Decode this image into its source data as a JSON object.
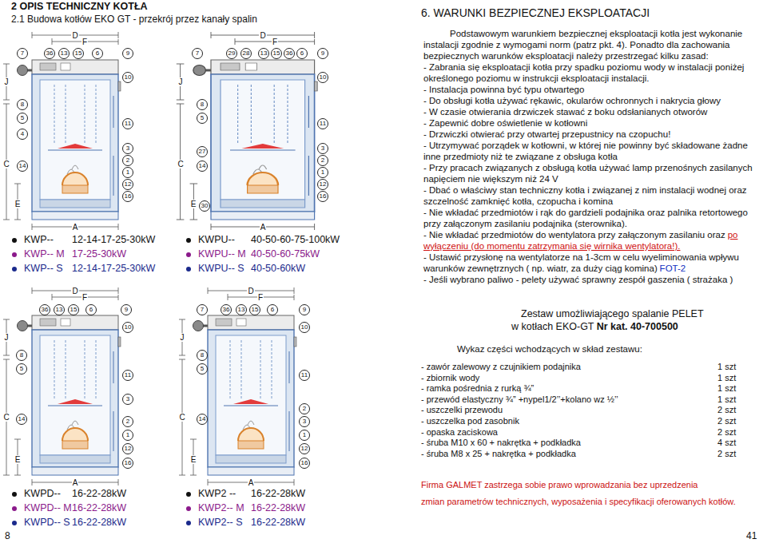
{
  "diagram": {
    "title": "2 OPIS TECHNICZNY KOTŁA",
    "labels": [
      "2.1 Budowa kotłów EKO GT - przekrój przez kanały spalin",
      "7",
      "36",
      "13",
      "15",
      "6",
      "9",
      "10",
      "11",
      "3",
      "2",
      "1",
      "12",
      "16",
      "8",
      "5",
      "4",
      "14",
      "D",
      "F",
      "J",
      "C",
      "E",
      "A",
      "7",
      "29",
      "28",
      "13",
      "15",
      "36",
      "6",
      "9",
      "10",
      "11",
      "3",
      "2",
      "1",
      "12",
      "16",
      "8",
      "5",
      "27",
      "14",
      "30",
      "D",
      "F",
      "J",
      "C",
      "E",
      "A",
      "KWP--",
      "12-14-17-25-30kW",
      "KWP-- M",
      "17-25-30kW",
      "KWP-- S",
      "12-14-17-25-30kW",
      "KWPU--",
      "40-50-60-75-100kW",
      "KWPU-- M",
      "40-50-60-75kW",
      "KWPU-- S",
      "40-50-60kW",
      "36",
      "13",
      "15",
      "6",
      "9",
      "10",
      "11",
      "3",
      "2",
      "1",
      "12",
      "16",
      "8",
      "5",
      "14",
      "D",
      "F",
      "J",
      "C",
      "E",
      "A",
      "7",
      "36",
      "13",
      "15",
      "6",
      "9",
      "10",
      "11",
      "2",
      "3",
      "1",
      "12",
      "16",
      "8",
      "5",
      "14",
      "D",
      "F",
      "J",
      "C",
      "E",
      "A",
      "KWPD--",
      "16-22-28kW",
      "KWPD-- M",
      "16-22-28kW",
      "KWPD-- S",
      "16-22-28kW",
      "KWP2 --",
      "16-22-28kW",
      "KWP2-- M",
      "16-22-28kW",
      "KWP2-- S",
      "16-22-28kW",
      "8",
      "6. WARUNKI BEZPIECZNEJ EKSPLOATACJI",
      "Podstawowym warunkiem bezpiecznej eksploatacji kotła jest wykonanie instalacji zgodnie z wymogami norm (patrz pkt. 4). Ponadto dla zachowania bezpiecznych warunków eksploatacji należy przestrzegać kilku zasad:",
      "- Zabrania się eksploatacji kotła przy spadku poziomu wody w instalacji poniżej określonego poziomu w instrukcji eksploatacji instalacji.",
      "- Instalacja powinna być typu otwartego",
      "- Do obsługi kotła używać rękawic, okularów ochronnych i nakrycia głowy",
      "- W czasie otwierania drzwiczek stawać z boku odsłanianych otworów",
      "- Zapewnić dobre oświetlenie w kotłowni",
      "- Drzwiczki otwierać przy otwartej przepustnicy na czopuchu!",
      "- Utrzymywać porządek w kotłowni, w której nie powinny być składowane żadne inne przedmioty niż te związane z obsługa kotła",
      "- Przy pracach związanych z obsługą kotła używać lamp przenośnych zasilanych napięciem nie większym niż 24 V",
      "- Dbać o właściwy stan techniczny kotła i związanej z nim instalacji wodnej oraz szczelność zamknięć kotła, czopucha i komina",
      "- Nie wkładać przedmiotów i rąk do gardzieli podajnika oraz palnika retortowego przy załączonym zasilaniu podajnika (sterownika).",
      "- Nie wkładać przedmiotów do wentylatora przy załączonym zasilaniu oraz",
      "po wyłączeniu (do momentu zatrzymania się wirnika wentylatora!).",
      "- Ustawić przysłonę na wentylatorze na 1-3cm w celu wyeliminowania wpływu warunków zewnętrznych ( np. wiatr, za duży ciąg komina)",
      "FOT-2",
      "- Jeśli wybrano paliwo - pelety używać sprawny zespół gaszenia ( strażaka )",
      "Zestaw umożliwiającego spalanie PELET",
      "w kotłach EKO-GT",
      "Nr kat. 40-700500",
      "Wykaz części wchodzących w skład zestawu:",
      "- zawór zalewowy z czujnikiem podajnika",
      "1 szt",
      "- zbiornik wody",
      "1 szt",
      "- ramka pośrednia z rurką ¾”",
      "1 szt",
      "- przewód elastyczny ¾”   +nypel1/2’’+kolano wz ½’’",
      "1 szt",
      "- uszczelki przewodu",
      "2 szt",
      "- uszczelka pod zasobnik",
      "2 szt",
      "- opaska zaciskowa",
      "2 szt",
      "- śruba M10 x 60 + nakrętka + podkładka",
      "4 szt",
      "- śruba M8 x 25 + nakrętka + podkładka",
      "2 szt",
      "Firma GALMET zastrzega sobie prawo wprowadzania bez uprzedzenia",
      "zmian parametrów technicznych, wyposażenia i specyfikacji oferowanych kotłów.",
      "41"
    ]
  }
}
